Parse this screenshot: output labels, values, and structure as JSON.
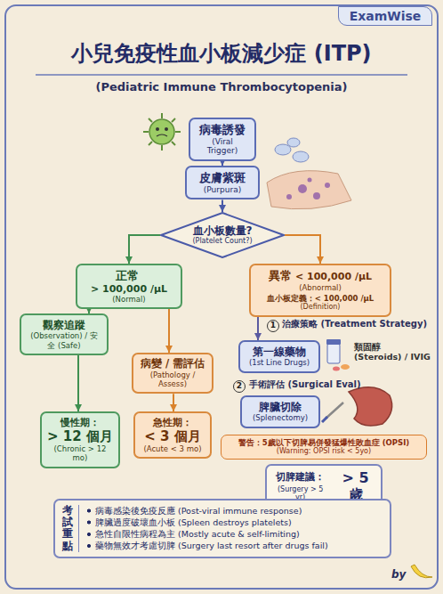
{
  "diagram": {
    "title": "小兒免疫性血小板減少症 (ITP)",
    "nodes": [
      {
        "text": [
          "病毒誘發",
          "(Viral Trigger)"
        ]
      },
      {
        "text": [
          "皮膚紫斑",
          "(Purpura)"
        ]
      },
      {
        "text": [
          "血小板數量?",
          "(Platelet Count?)"
        ]
      },
      {
        "text": [
          "正常",
          "> 100,000 /μL",
          "(Normal)"
        ]
      },
      {
        "text": [
          "異常",
          "< 100,000 /μL",
          "(Abnormal)",
          "血小板定義：< 100,000 /μL",
          "(Definition)"
        ]
      },
      {
        "text": [
          "觀察追蹤",
          "(Observation) / 安全 (Safe)"
        ]
      },
      {
        "text": [
          "病變 / 需評估",
          "(Pathology / Assess)"
        ]
      },
      {
        "text": [
          "慢性期：",
          "> 12 個月",
          "(Chronic > 12 mo)"
        ]
      },
      {
        "text": [
          "急性期：",
          "< 3 個月",
          "(Acute < 3 mo)"
        ]
      },
      {
        "text": [
          "第一線藥物",
          "(1st Line Drugs)"
        ]
      },
      {
        "text": [
          "脾臟切除",
          "(Splenectomy)"
        ]
      },
      {
        "text": [
          "警告：5歲以下切脾易併發猛爆性敗血症 (OPSI)",
          "(Warning: OPSI risk < 5yo)"
        ]
      },
      {
        "text": [
          "切脾建議：",
          "> 5 歲",
          "(Surgery > 5 yr)"
        ]
      },
      {
        "text": [
          "考試重點",
          "病毒感染後免疫反應 (Post-viral immune response)",
          "脾臟過度破壞血小板 (Spleen destroys platelets)",
          "急性自限性病程為主 (Mostly acute & self-limiting)",
          "藥物無效才考慮切脾 (Surgery last resort after drugs fail)"
        ]
      }
    ],
    "edges": [
      {
        "from": 0,
        "to": 1,
        "arrow": "to"
      },
      {
        "from": 1,
        "to": 2,
        "arrow": "to"
      },
      {
        "from": 2,
        "to": 3,
        "arrow": "to"
      },
      {
        "from": 2,
        "to": 4,
        "arrow": "to"
      },
      {
        "from": 3,
        "to": 5,
        "arrow": "to"
      },
      {
        "from": 3,
        "to": 6,
        "arrow": "to"
      },
      {
        "from": 5,
        "to": 7,
        "arrow": "to"
      },
      {
        "from": 6,
        "to": 8,
        "arrow": "to"
      },
      {
        "from": 4,
        "to": 9,
        "arrow": "to"
      }
    ],
    "labels": [
      "ExamWise",
      "(Pediatric Immune Thrombocytopenia)",
      "1",
      "治療策略 (Treatment Strategy)",
      "類固醇 (Steroids) / IVIG",
      "2",
      "手術評估 (Surgical Eval)",
      "by"
    ]
  }
}
